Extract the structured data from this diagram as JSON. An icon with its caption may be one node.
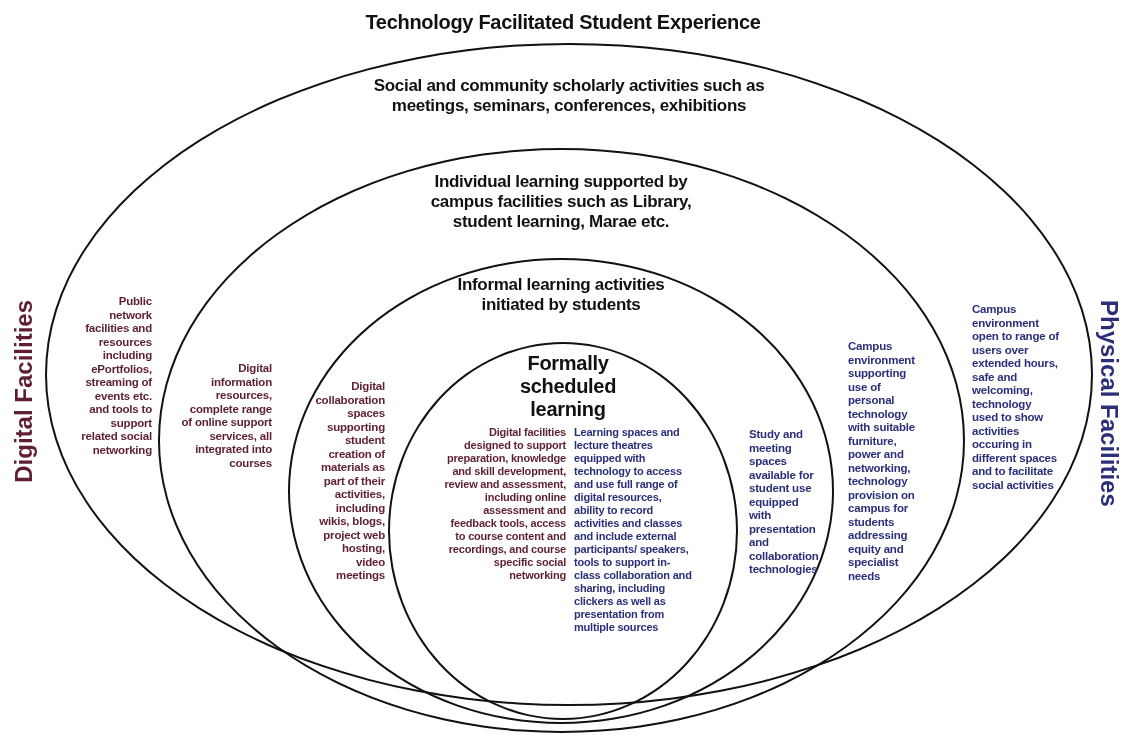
{
  "diagram": {
    "title": "Technology Facilitated Student Experience",
    "nodes": [
      {
        "text": [
          "Social and community scholarly activities such as meetings, seminars, conferences, exhibitions",
          "Public network facilities and resources including ePortfolios, streaming of events etc. and tools to support related social networking",
          "Campus environment open to range of users over extended hours, safe and welcoming, technology used to show activities occuring in different spaces and to facilitate social activities"
        ]
      },
      {
        "text": [
          "Individual learning supported by campus facilities such as Library, student learning, Marae etc.",
          "Digital information resources, complete range of online support services, all integrated into courses",
          "Campus environment supporting use of personal technology with suitable furniture, power and networking, technology provision on campus for students addressing equity and specialist needs"
        ],
        "in": 0
      },
      {
        "text": [
          "Informal learning activities initiated by students",
          "Digital collaboration spaces supporting student creation of materials as part of their activities, including wikis, blogs, project web hosting, video meetings",
          "Study and meeting spaces available for student use equipped with presentation and collaboration technologies"
        ],
        "in": 1
      },
      {
        "text": [
          "Formally scheduled learning",
          "Digital facilities designed to support preparation, knowledge and skill development, review and assessment, including online assessment and feedback tools, access to course content and recordings, and course specific social networking",
          "Learning spaces and lecture theatres equipped with technology to access and use full range of digital resources, ability to record activities and classes and include external participants/ speakers, tools to support in-class collaboration and sharing, including clickers as well as presentation from multiple sources"
        ],
        "in": 2
      }
    ],
    "labels": [
      "Digital Facilities",
      "Physical Facilities"
    ]
  }
}
